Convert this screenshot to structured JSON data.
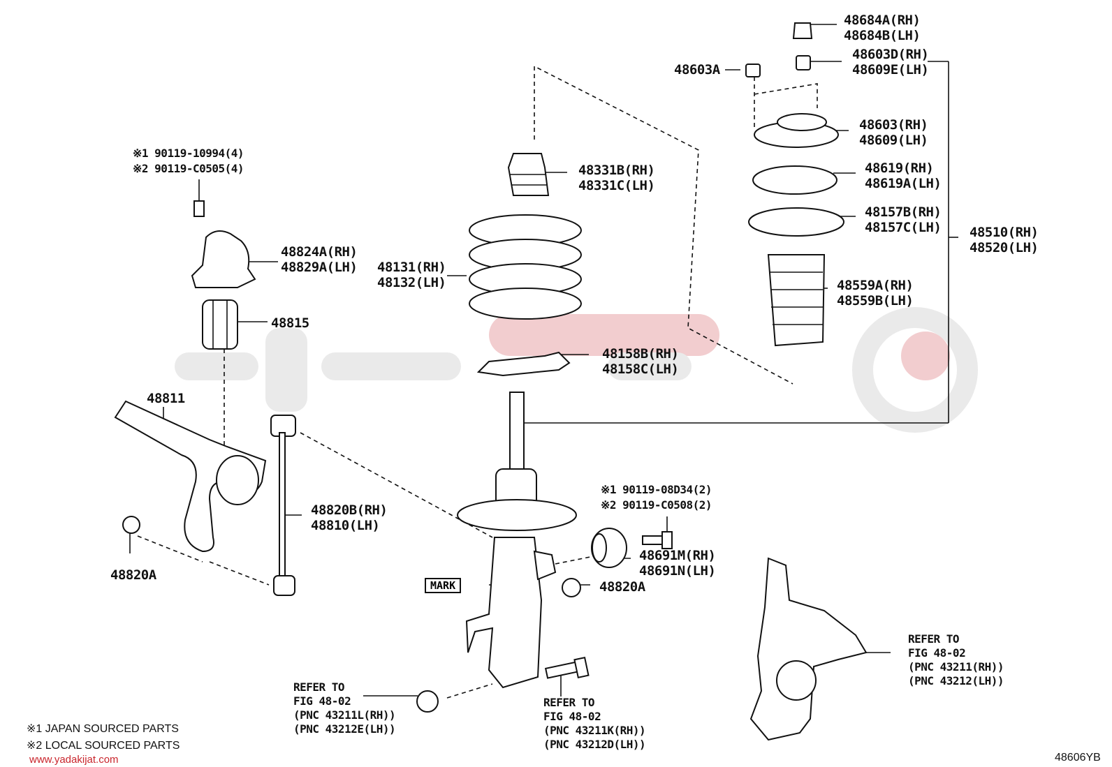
{
  "legend": {
    "note1": "※1 JAPAN SOURCED PARTS",
    "note2": "※2 LOCAL SOURCED PARTS"
  },
  "footer": {
    "website": "www.yadakijat.com",
    "figure_code": "48606YB"
  },
  "watermark": {
    "color": "#e8a5a8"
  },
  "labels": {
    "bolt_stab_bracket": [
      "※1 90119-10994(4)",
      "※2 90119-C0505(4)"
    ],
    "stab_bracket": [
      "48824A(RH)",
      "48829A(LH)"
    ],
    "stab_bushing": "48815",
    "stab_bar": "48811",
    "link_nut_left": "48820A",
    "stab_link": [
      "48820B(RH)",
      "48810(LH)"
    ],
    "coil_spring": [
      "48131(RH)",
      "48132(LH)"
    ],
    "bump_stopper": [
      "48331B(RH)",
      "48331C(LH)"
    ],
    "spring_lower_insulator": [
      "48158B(RH)",
      "48158C(LH)"
    ],
    "cap_top": [
      "48684A(RH)",
      "48684B(LH)"
    ],
    "nut_top": [
      "48603D(RH)",
      "48609E(LH)"
    ],
    "nut_side": "48603A",
    "support": [
      "48603(RH)",
      "48609(LH)"
    ],
    "upper_seat": [
      "48619(RH)",
      "48619A(LH)"
    ],
    "bearing": [
      "48157B(RH)",
      "48157C(LH)"
    ],
    "boot": [
      "48559A(RH)",
      "48559B(LH)"
    ],
    "shock_absorber": [
      "48510(RH)",
      "48520(LH)"
    ],
    "bolt_bracket": [
      "※1 90119-08D34(2)",
      "※2 90119-C0508(2)"
    ],
    "bushing_bracket": [
      "48691M(RH)",
      "48691N(LH)"
    ],
    "link_nut_right": "48820A",
    "mark": "MARK",
    "refer_nut": [
      "REFER TO",
      "FIG 48-02",
      "(PNC 43211L(RH))",
      "(PNC 43212E(LH))"
    ],
    "refer_bolt": [
      "REFER TO",
      "FIG 48-02",
      "(PNC 43211K(RH))",
      "(PNC 43212D(LH))"
    ],
    "refer_knuckle": [
      "REFER TO",
      "FIG 48-02",
      "(PNC 43211(RH))",
      "(PNC 43212(LH))"
    ]
  }
}
